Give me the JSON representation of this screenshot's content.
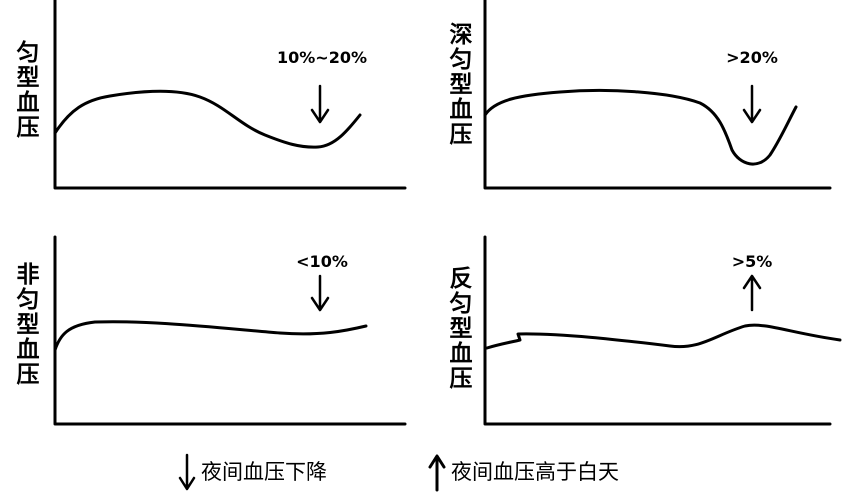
{
  "panels": [
    {
      "type_label": "匀型血压",
      "change_label": "10%~20%",
      "arrow": "down"
    },
    {
      "type_label": "深匀型血压",
      "change_label": ">20%",
      "arrow": "down"
    },
    {
      "type_label": "非匀型血压",
      "change_label": "<10%",
      "arrow": "down"
    },
    {
      "type_label": "反匀型血压",
      "change_label": ">5%",
      "arrow": "up"
    }
  ],
  "legend": {
    "down": "夜间血压下降",
    "up": "夜间血压高于白天"
  }
}
